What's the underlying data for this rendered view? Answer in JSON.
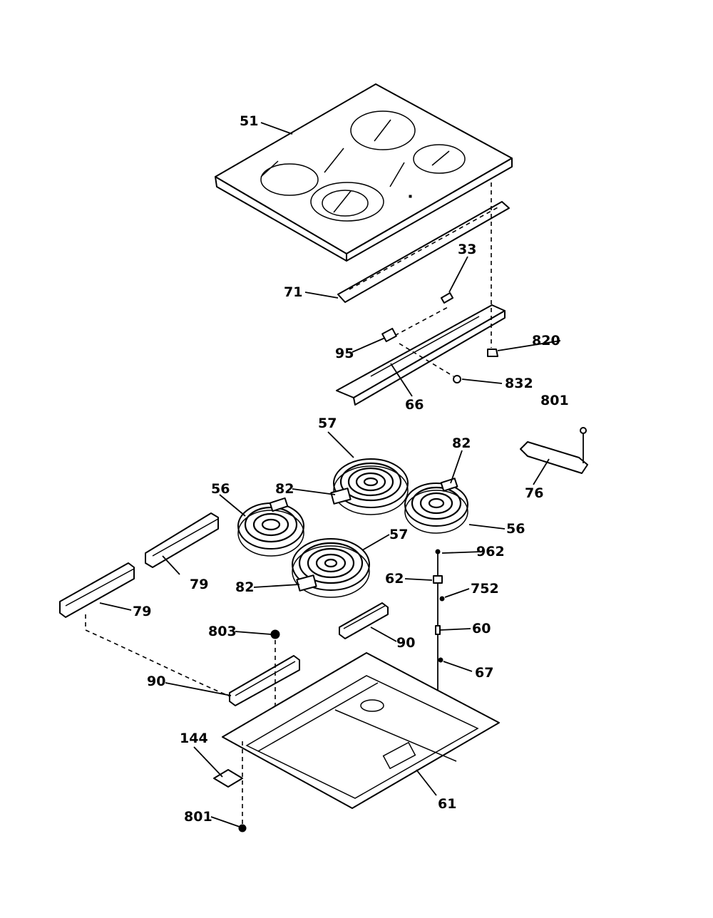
{
  "callouts": {
    "c51": "51",
    "c33": "33",
    "c71": "71",
    "c820": "820",
    "c95": "95",
    "c832": "832",
    "c66": "66",
    "c801_top": "801",
    "c57_top": "57",
    "c82_right": "82",
    "c76": "76",
    "c56_left": "56",
    "c82_mid": "82",
    "c56_right": "56",
    "c57_low": "57",
    "c962": "962",
    "c79_upper": "79",
    "c62": "62",
    "c752": "752",
    "c82_low": "82",
    "c79_lower": "79",
    "c60": "60",
    "c803": "803",
    "c90_right": "90",
    "c67": "67",
    "c90_left": "90",
    "c144": "144",
    "c61": "61",
    "c801_bottom": "801"
  }
}
